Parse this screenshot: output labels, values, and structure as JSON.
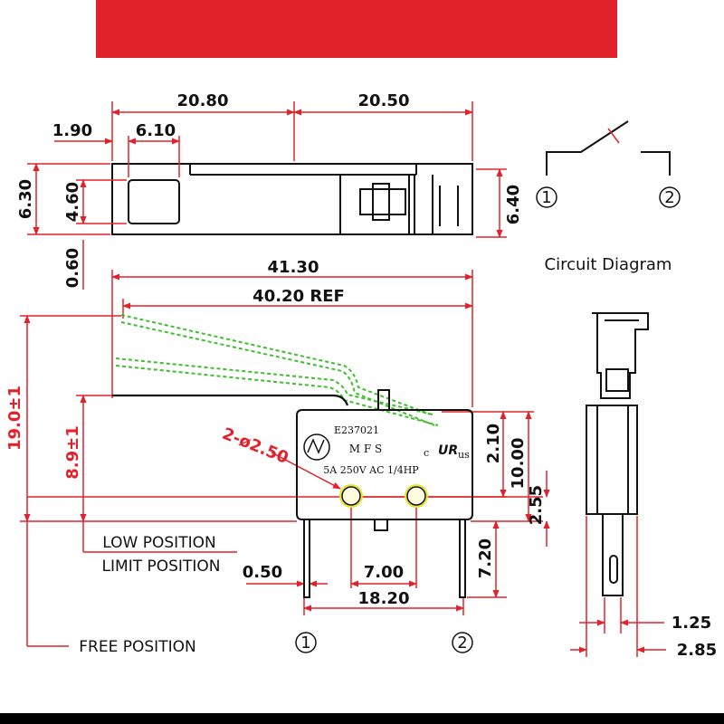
{
  "top_view": {
    "dims": {
      "d_20_80": "20.80",
      "d_20_50": "20.50",
      "d_1_90": "1.90",
      "d_6_10": "6.10",
      "d_6_30": "6.30",
      "d_4_60": "4.60",
      "d_0_60": "0.60",
      "d_6_40": "6.40"
    }
  },
  "front_view": {
    "dims": {
      "d_41_30": "41.30",
      "d_40_20_ref": "40.20 REF",
      "d_19_0": "19.0±1",
      "d_8_9": "8.9±1",
      "d_hole": "2-ø2.50",
      "d_2_10": "2.10",
      "d_10_00": "10.00",
      "d_2_55": "2.55",
      "d_7_20": "7.20",
      "d_0_50": "0.50",
      "d_7_00": "7.00",
      "d_18_20": "18.20"
    },
    "labels": {
      "low_position": "LOW POSITION",
      "limit_position": "LIMIT POSITION",
      "free_position": "FREE POSITION"
    },
    "body_marking": {
      "cert_no": "E237021",
      "mfs": "M F S",
      "rating": "5A 250V AC 1/4HP",
      "ul_mark": "UR",
      "ul_c": "c",
      "ul_us": "us",
      "brand_logo": "brand-logo"
    },
    "terminals": {
      "t1": "1",
      "t2": "2"
    }
  },
  "side_view": {
    "dims": {
      "d_1_25": "1.25",
      "d_2_85": "2.85"
    }
  },
  "circuit": {
    "title": "Circuit Diagram",
    "t1": "1",
    "t2": "2"
  },
  "colors": {
    "banner": "#e2222a",
    "dimension_lines": "#e2222a",
    "outline": "#111111",
    "lever_positions": "#3fbf2f",
    "hole_highlight": "#e6e62a"
  },
  "icons": [
    "switch-symbol-icon",
    "ul-recognized-icon",
    "brand-logo-icon"
  ]
}
